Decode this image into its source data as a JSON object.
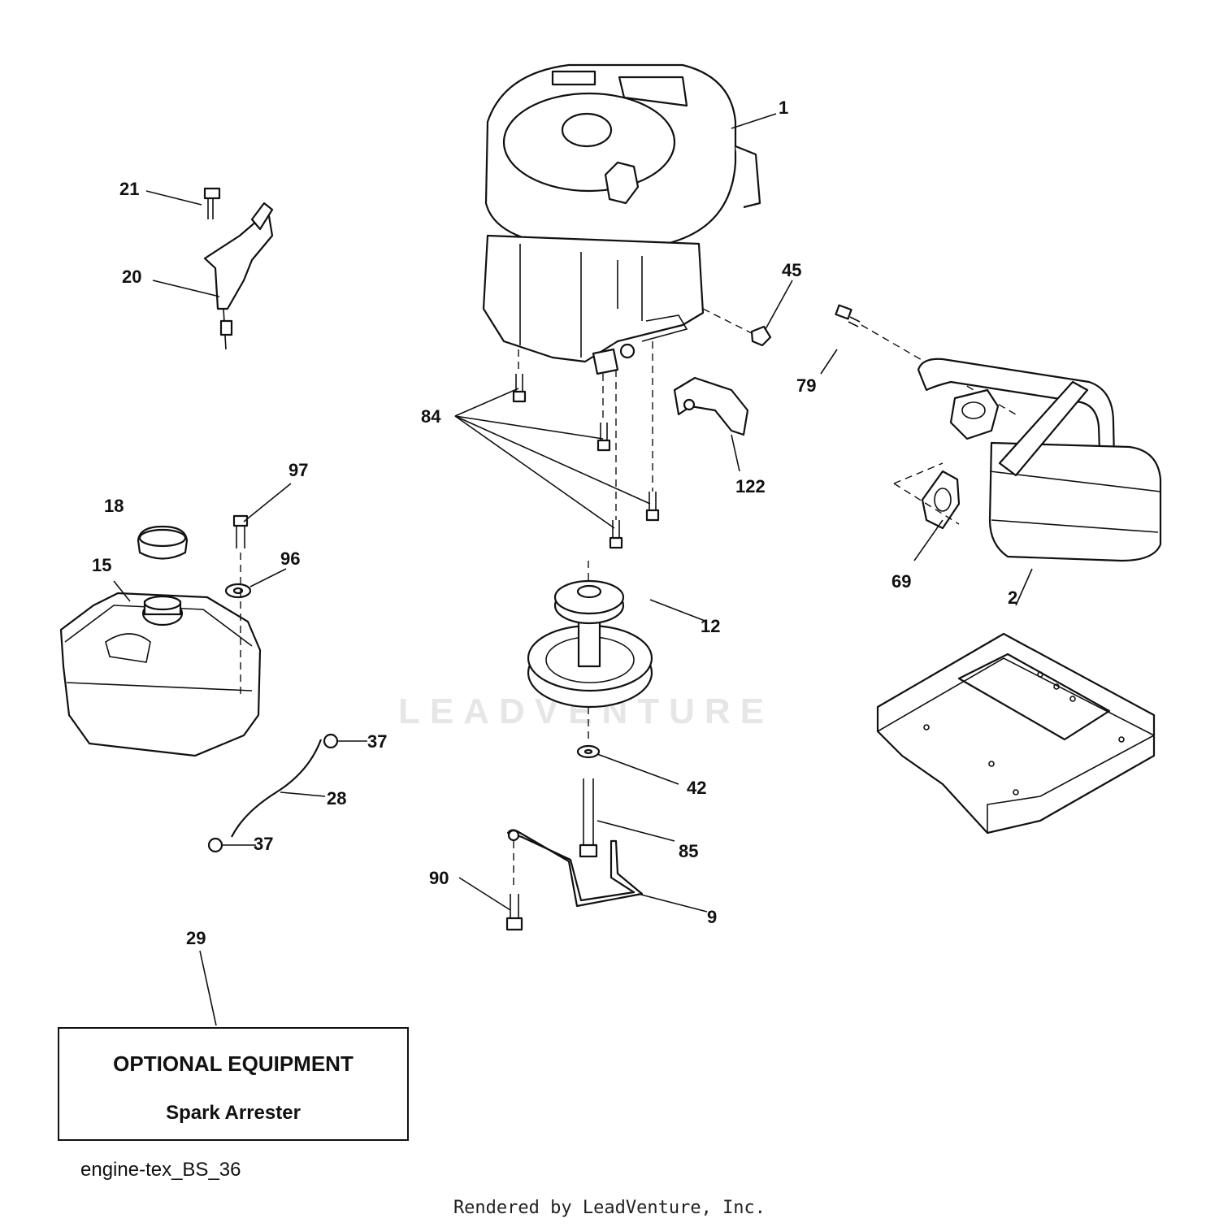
{
  "watermark": "LEADVENTURE",
  "callouts": {
    "c1": "1",
    "c2": "2",
    "c9": "9",
    "c12": "12",
    "c15": "15",
    "c18": "18",
    "c20": "20",
    "c21": "21",
    "c28": "28",
    "c29": "29",
    "c37a": "37",
    "c37b": "37",
    "c42": "42",
    "c45": "45",
    "c69": "69",
    "c79": "79",
    "c84": "84",
    "c85": "85",
    "c90": "90",
    "c96": "96",
    "c97": "97",
    "c122": "122"
  },
  "optional_box": {
    "title": "OPTIONAL EQUIPMENT",
    "item": "Spark Arrester"
  },
  "drawing_code": "engine-tex_BS_36",
  "render_credit": "Rendered by LeadVenture, Inc."
}
